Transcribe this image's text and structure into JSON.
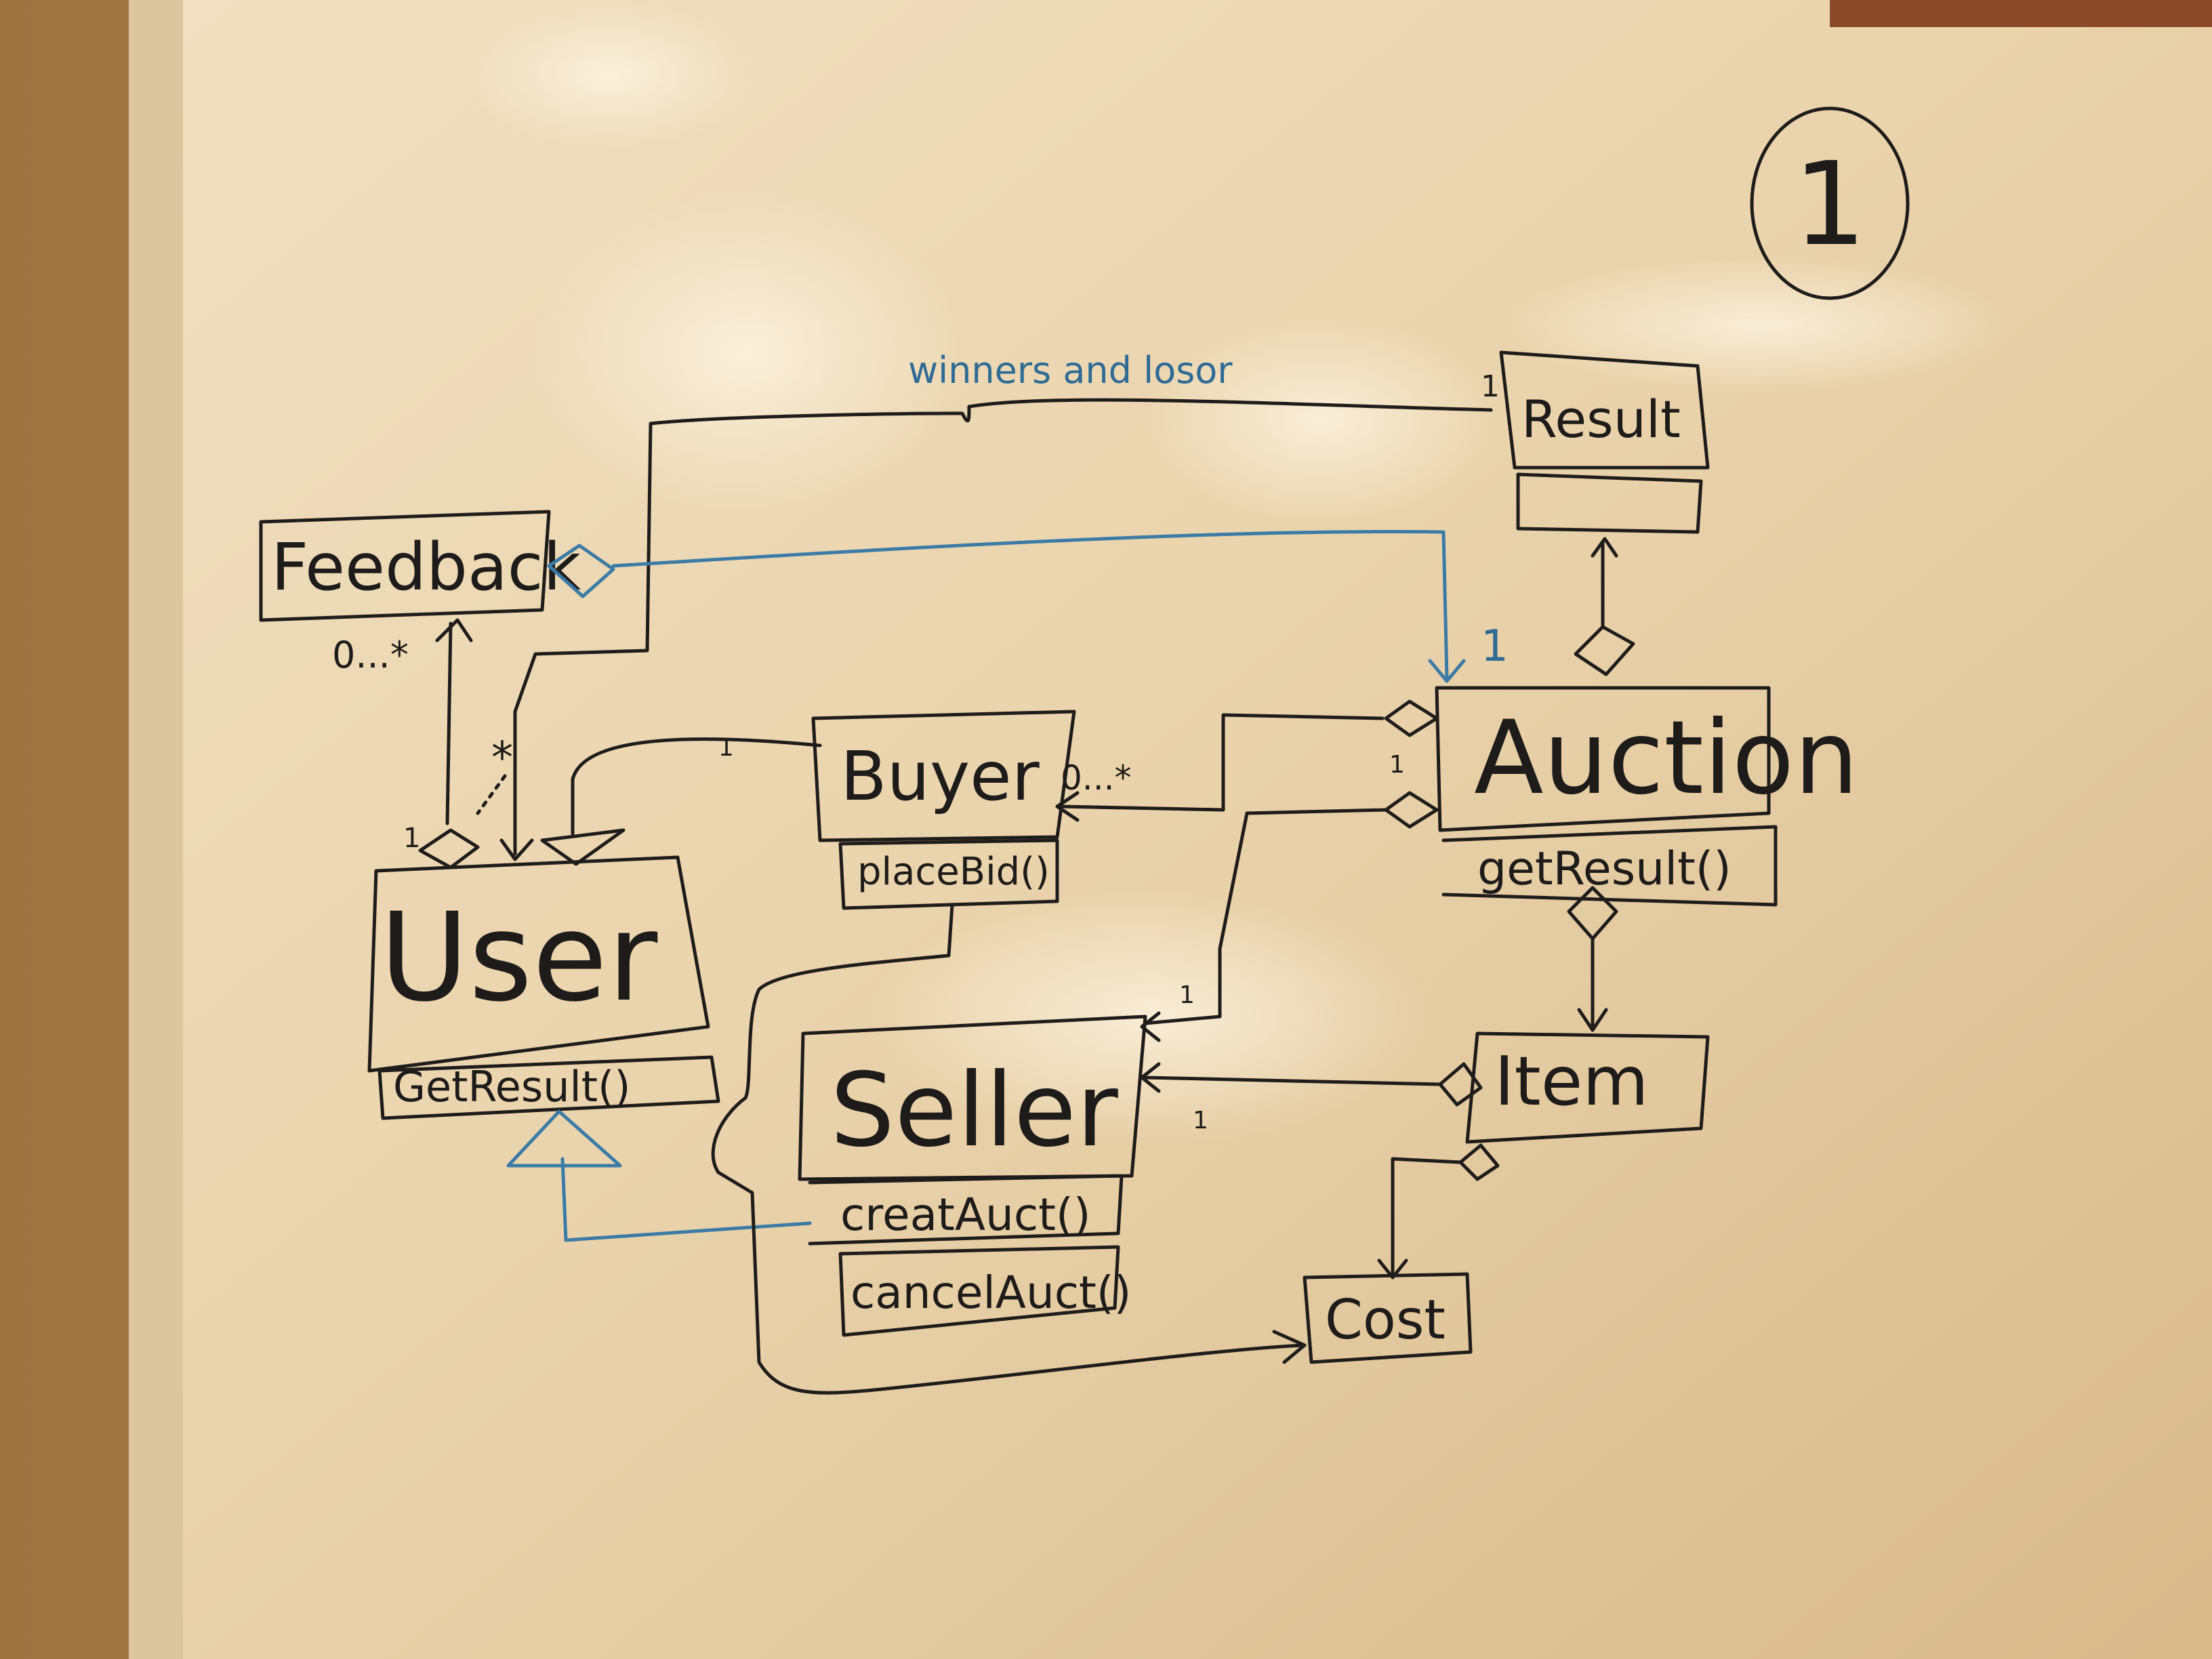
{
  "page_number": "1",
  "annotations": {
    "winners_and_losor": "winners and losor",
    "result_mult": "1",
    "auction_mult_blue": "1",
    "feedback_mult": "0...*",
    "user_star": "*",
    "user_one_a": "1",
    "buyer_one": "1",
    "buyer_mult": "0...*",
    "auction_one_a": "1",
    "seller_one_a": "1",
    "seller_one_b": "1"
  },
  "classes": {
    "feedback": {
      "name": "Feedback"
    },
    "result": {
      "name": "Result"
    },
    "buyer": {
      "name": "Buyer",
      "method": "placeBid()"
    },
    "auction": {
      "name": "Auction",
      "method": "getResult()"
    },
    "user": {
      "name": "User",
      "method": "GetResult()"
    },
    "seller": {
      "name": "Seller",
      "methods": [
        "creatAuct()",
        "cancelAuct()"
      ]
    },
    "item": {
      "name": "Item"
    },
    "cost": {
      "name": "Cost"
    }
  },
  "colors": {
    "whiteboard": "#e8d3b0",
    "frame": "#b88e55",
    "ink_black": "#1f1d1b",
    "ink_blue": "#3c7ba6"
  }
}
